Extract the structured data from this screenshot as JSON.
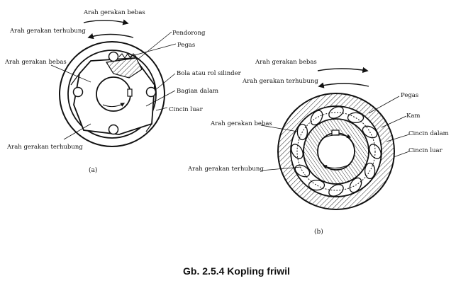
{
  "caption": "Gb. 2.5.4 Kopling friwil",
  "figure_a": {
    "sublabel": "(a)",
    "labels": {
      "bebas_top": "Arah gerakan bebas",
      "terhubung_top": "Arah gerakan terhubung",
      "bebas_left": "Arah gerakan bebas",
      "terhubung_bottom": "Arah gerakan terhubung",
      "pendorong": "Pendorong",
      "pegas": "Pegas",
      "bola": "Bola atau rol silinder",
      "bagian_dalam": "Bagian dalam",
      "cincin_luar": "Cincin luar"
    }
  },
  "figure_b": {
    "sublabel": "(b)",
    "labels": {
      "bebas_top": "Arah gerakan bebas",
      "terhubung_top": "Arah gerakan terhubung",
      "bebas_left": "Arah gerakan bebas",
      "terhubung_bottom": "Arah gerakan terhubung",
      "pegas": "Pegas",
      "kam": "Kam",
      "cincin_dalam": "Cincin dalam",
      "cincin_luar": "Cincin luar"
    }
  }
}
